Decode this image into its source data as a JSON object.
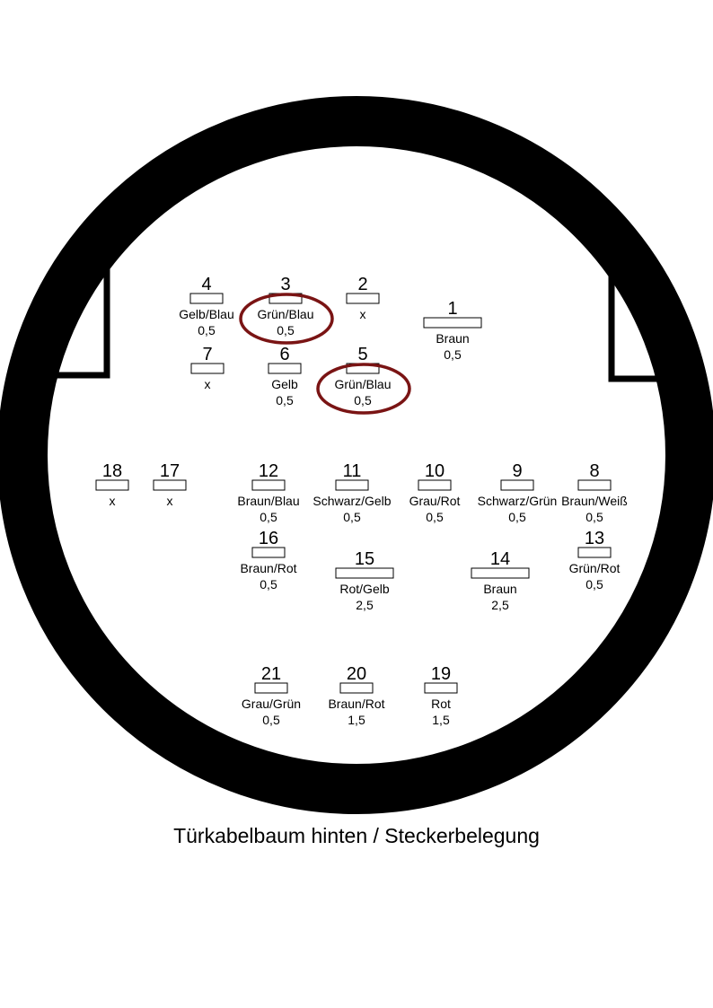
{
  "caption": "Türkabelbaum hinten / Steckerbelegung",
  "highlight_color": "#7a1414",
  "pins": [
    {
      "num": "1",
      "color": "Braun",
      "size": "0,5",
      "highlight": false
    },
    {
      "num": "2",
      "color": "x",
      "size": "",
      "highlight": false
    },
    {
      "num": "3",
      "color": "Grün/Blau",
      "size": "0,5",
      "highlight": true
    },
    {
      "num": "4",
      "color": "Gelb/Blau",
      "size": "0,5",
      "highlight": false
    },
    {
      "num": "5",
      "color": "Grün/Blau",
      "size": "0,5",
      "highlight": true
    },
    {
      "num": "6",
      "color": "Gelb",
      "size": "0,5",
      "highlight": false
    },
    {
      "num": "7",
      "color": "x",
      "size": "",
      "highlight": false
    },
    {
      "num": "8",
      "color": "Braun/Weiß",
      "size": "0,5",
      "highlight": false
    },
    {
      "num": "9",
      "color": "Schwarz/Grün",
      "size": "0,5",
      "highlight": false
    },
    {
      "num": "10",
      "color": "Grau/Rot",
      "size": "0,5",
      "highlight": false
    },
    {
      "num": "11",
      "color": "Schwarz/Gelb",
      "size": "0,5",
      "highlight": false
    },
    {
      "num": "12",
      "color": "Braun/Blau",
      "size": "0,5",
      "highlight": false
    },
    {
      "num": "13",
      "color": "Grün/Rot",
      "size": "0,5",
      "highlight": false
    },
    {
      "num": "14",
      "color": "Braun",
      "size": "2,5",
      "highlight": false
    },
    {
      "num": "15",
      "color": "Rot/Gelb",
      "size": "2,5",
      "highlight": false
    },
    {
      "num": "16",
      "color": "Braun/Rot",
      "size": "0,5",
      "highlight": false
    },
    {
      "num": "17",
      "color": "x",
      "size": "",
      "highlight": false
    },
    {
      "num": "18",
      "color": "x",
      "size": "",
      "highlight": false
    },
    {
      "num": "19",
      "color": "Rot",
      "size": "1,5",
      "highlight": false
    },
    {
      "num": "20",
      "color": "Braun/Rot",
      "size": "1,5",
      "highlight": false
    },
    {
      "num": "21",
      "color": "Grau/Grün",
      "size": "0,5",
      "highlight": false
    }
  ]
}
